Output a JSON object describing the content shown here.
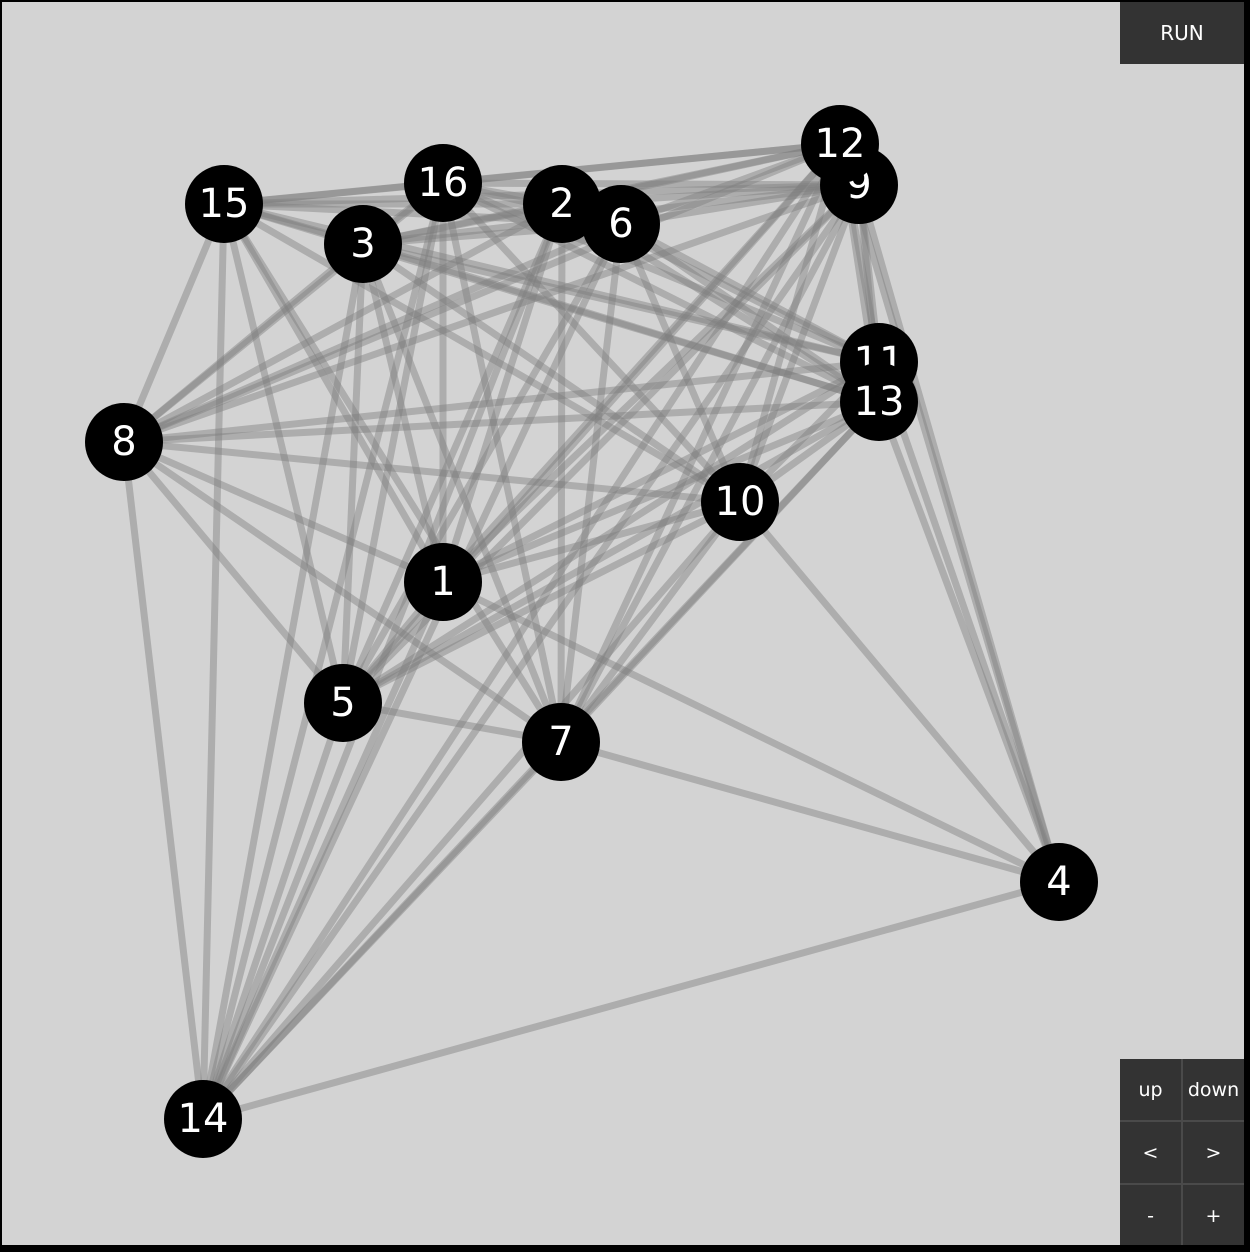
{
  "controls": {
    "run_label": "RUN",
    "up_label": "up",
    "down_label": "down",
    "left_label": "<",
    "right_label": ">",
    "zoom_out_label": "-",
    "zoom_in_label": "+"
  },
  "graph": {
    "nodes": [
      "1",
      "2",
      "3",
      "4",
      "5",
      "6",
      "7",
      "8",
      "9",
      "10",
      "11",
      "12",
      "13",
      "14",
      "15",
      "16"
    ],
    "edges": [
      [
        "8",
        "15"
      ],
      [
        "8",
        "16"
      ],
      [
        "8",
        "3"
      ],
      [
        "8",
        "2"
      ],
      [
        "8",
        "6"
      ],
      [
        "8",
        "12"
      ],
      [
        "8",
        "9"
      ],
      [
        "8",
        "11"
      ],
      [
        "8",
        "13"
      ],
      [
        "8",
        "10"
      ],
      [
        "8",
        "1"
      ],
      [
        "8",
        "5"
      ],
      [
        "8",
        "7"
      ],
      [
        "8",
        "14"
      ],
      [
        "15",
        "16"
      ],
      [
        "15",
        "3"
      ],
      [
        "15",
        "2"
      ],
      [
        "15",
        "6"
      ],
      [
        "15",
        "12"
      ],
      [
        "15",
        "9"
      ],
      [
        "15",
        "11"
      ],
      [
        "15",
        "13"
      ],
      [
        "15",
        "10"
      ],
      [
        "15",
        "1"
      ],
      [
        "15",
        "5"
      ],
      [
        "15",
        "7"
      ],
      [
        "15",
        "14"
      ],
      [
        "16",
        "2"
      ],
      [
        "16",
        "6"
      ],
      [
        "16",
        "12"
      ],
      [
        "16",
        "9"
      ],
      [
        "16",
        "11"
      ],
      [
        "16",
        "13"
      ],
      [
        "16",
        "10"
      ],
      [
        "16",
        "1"
      ],
      [
        "16",
        "5"
      ],
      [
        "16",
        "7"
      ],
      [
        "16",
        "14"
      ],
      [
        "3",
        "16"
      ],
      [
        "3",
        "2"
      ],
      [
        "3",
        "6"
      ],
      [
        "3",
        "12"
      ],
      [
        "3",
        "9"
      ],
      [
        "3",
        "11"
      ],
      [
        "3",
        "13"
      ],
      [
        "3",
        "10"
      ],
      [
        "3",
        "1"
      ],
      [
        "3",
        "5"
      ],
      [
        "3",
        "7"
      ],
      [
        "3",
        "14"
      ],
      [
        "2",
        "6"
      ],
      [
        "2",
        "12"
      ],
      [
        "2",
        "9"
      ],
      [
        "2",
        "11"
      ],
      [
        "2",
        "13"
      ],
      [
        "2",
        "1"
      ],
      [
        "2",
        "5"
      ],
      [
        "2",
        "7"
      ],
      [
        "2",
        "14"
      ],
      [
        "6",
        "12"
      ],
      [
        "6",
        "9"
      ],
      [
        "6",
        "11"
      ],
      [
        "6",
        "13"
      ],
      [
        "6",
        "10"
      ],
      [
        "6",
        "5"
      ],
      [
        "6",
        "7"
      ],
      [
        "6",
        "14"
      ],
      [
        "12",
        "11"
      ],
      [
        "12",
        "13"
      ],
      [
        "12",
        "10"
      ],
      [
        "12",
        "1"
      ],
      [
        "12",
        "5"
      ],
      [
        "12",
        "7"
      ],
      [
        "12",
        "14"
      ],
      [
        "12",
        "4"
      ],
      [
        "9",
        "11"
      ],
      [
        "9",
        "13"
      ],
      [
        "9",
        "10"
      ],
      [
        "9",
        "1"
      ],
      [
        "9",
        "5"
      ],
      [
        "9",
        "7"
      ],
      [
        "9",
        "14"
      ],
      [
        "9",
        "4"
      ],
      [
        "11",
        "10"
      ],
      [
        "11",
        "1"
      ],
      [
        "11",
        "5"
      ],
      [
        "11",
        "4"
      ],
      [
        "13",
        "10"
      ],
      [
        "13",
        "1"
      ],
      [
        "13",
        "5"
      ],
      [
        "13",
        "7"
      ],
      [
        "13",
        "14"
      ],
      [
        "13",
        "4"
      ],
      [
        "10",
        "1"
      ],
      [
        "10",
        "5"
      ],
      [
        "10",
        "7"
      ],
      [
        "10",
        "14"
      ],
      [
        "10",
        "4"
      ],
      [
        "1",
        "5"
      ],
      [
        "1",
        "14"
      ],
      [
        "1",
        "4"
      ],
      [
        "5",
        "7"
      ],
      [
        "5",
        "14"
      ],
      [
        "7",
        "14"
      ],
      [
        "7",
        "4"
      ],
      [
        "14",
        "4"
      ]
    ]
  }
}
